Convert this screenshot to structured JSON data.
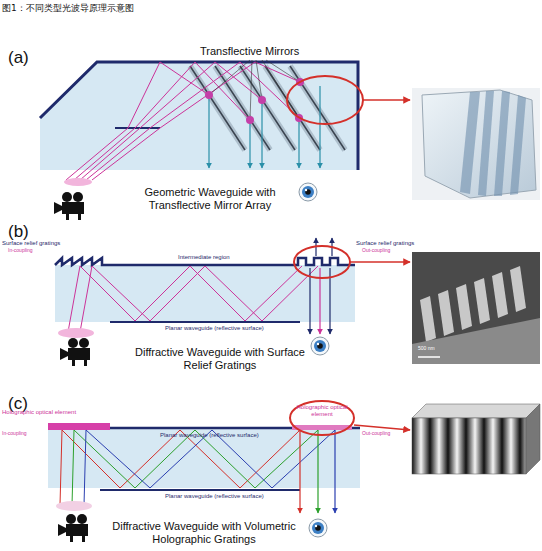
{
  "diagram": {
    "title": "图1：不同类型光波导原理示意图",
    "labels": [
      "(a)",
      "Transflective Mirrors",
      "Geometric Waveguide with Transflective Mirror Array",
      "(b)",
      "Surface relief gratings",
      "In-coupling",
      "Intermediate region",
      "Surface relief gratings",
      "Out-coupling",
      "Planar waveguide (reflective surface)",
      "500 nm",
      "Diffractive Waveguide with Surface Relief Gratings",
      "(c)",
      "Holographic optical element",
      "In-coupling",
      "Planar waveguide (reflective surface)",
      "Holographic optical element",
      "Out-coupling",
      "Planar waveguide (reflective surface)",
      "Diffractive Waveguide with Volumetric Holographic Gratings"
    ]
  }
}
